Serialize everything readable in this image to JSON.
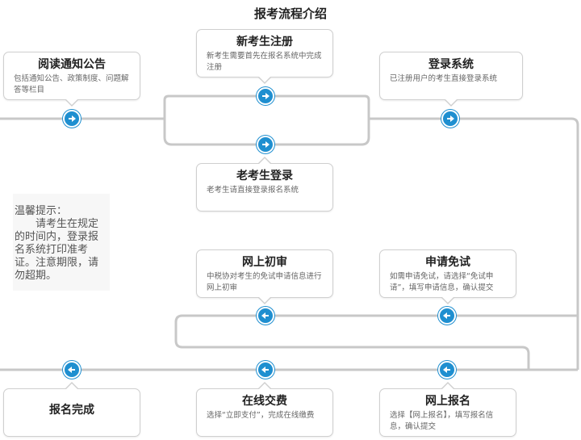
{
  "title": "报考流程介绍",
  "boxes": {
    "read_notice": {
      "title": "阅读通知公告",
      "desc": "包括通知公告、政策制度、问题解答等栏目"
    },
    "new_register": {
      "title": "新考生注册",
      "desc": "新考生需要首先在报名系统中完成注册"
    },
    "login_system": {
      "title": "登录系统",
      "desc": "已注册用户的考生直接登录系统"
    },
    "old_login": {
      "title": "老考生登录",
      "desc": "老考生请直接登录报名系统"
    },
    "online_review": {
      "title": "网上初审",
      "desc": "中税协对考生的免试申请信息进行网上初审"
    },
    "apply_exempt": {
      "title": "申请免试",
      "desc": "如需申请免试，请选择“免试申请”，填写申请信息，确认提交"
    },
    "reg_complete": {
      "title": "报名完成"
    },
    "online_pay": {
      "title": "在线交费",
      "desc": "选择“立即支付”，完成在线缴费"
    },
    "online_signup": {
      "title": "网上报名",
      "desc": "选择【网上报名】，填写报名信息，确认提交"
    }
  },
  "tip": {
    "heading": "温馨提示：",
    "text": "请考生在规定的时间内，登录报名系统打印准考证。注意期限，请勿超期。"
  },
  "colors": {
    "node": "#1f8fd0",
    "line": "#c8c8c8"
  },
  "icons": {
    "arrow_right": "arrow-right-icon",
    "arrow_left": "arrow-left-icon"
  }
}
